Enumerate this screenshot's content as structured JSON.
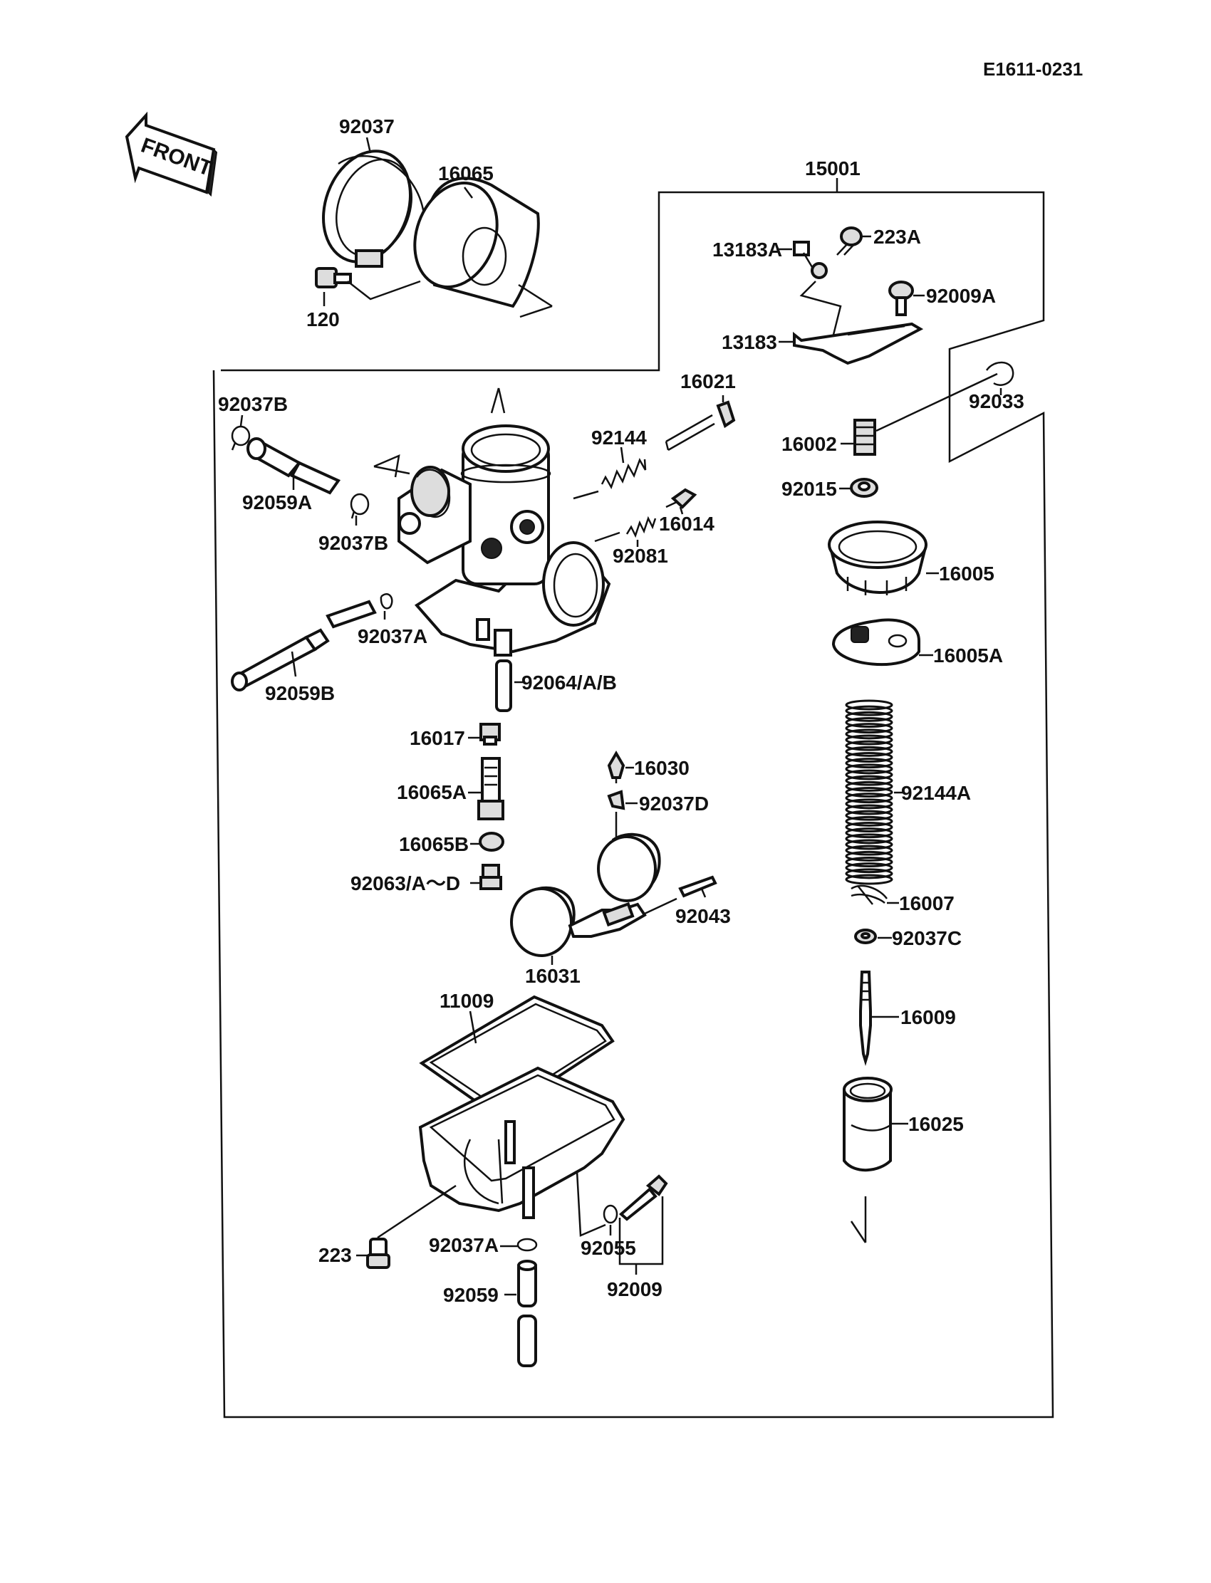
{
  "diagram": {
    "reference_code": "E1611-0231",
    "direction_label": "FRONT",
    "labels": {
      "p92037": "92037",
      "p16065": "16065",
      "p120": "120",
      "p15001": "15001",
      "p13183A": "13183A",
      "p223A": "223A",
      "p92009A": "92009A",
      "p13183": "13183",
      "p92033": "92033",
      "p16021": "16021",
      "p92144": "92144",
      "p16002": "16002",
      "p92015": "92015",
      "p92037B_top": "92037B",
      "p92059A": "92059A",
      "p92037B_mid": "92037B",
      "p16014": "16014",
      "p92081": "92081",
      "p16005": "16005",
      "p92037A_top": "92037A",
      "p16005A": "16005A",
      "p92059B": "92059B",
      "p92064AB": "92064/A/B",
      "p16017": "16017",
      "p16030": "16030",
      "p16065A": "16065A",
      "p92037D": "92037D",
      "p92144A": "92144A",
      "p16065B": "16065B",
      "p92063AD": "92063/A～D",
      "p16007": "16007",
      "p92043": "92043",
      "p92037C": "92037C",
      "p16031": "16031",
      "p11009": "11009",
      "p16009": "16009",
      "p16025": "16025",
      "p223": "223",
      "p92037A_bot": "92037A",
      "p92055": "92055",
      "p92059": "92059",
      "p92009": "92009"
    }
  }
}
